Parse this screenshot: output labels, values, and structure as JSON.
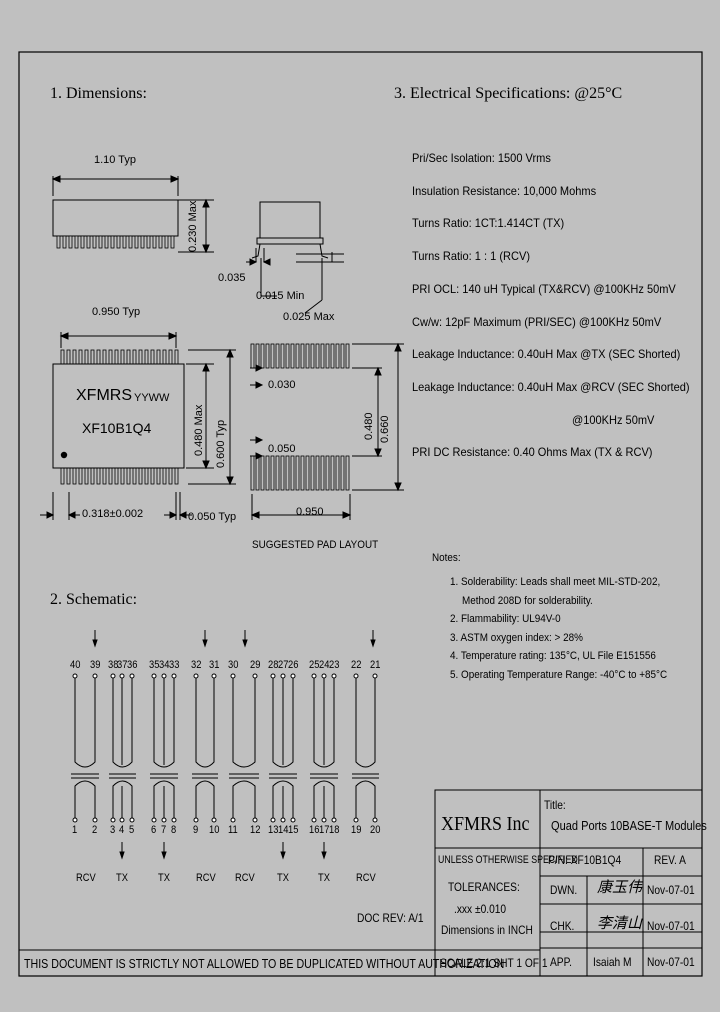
{
  "headings": {
    "dimensions": "1. Dimensions:",
    "electrical": "3. Electrical   Specifications: @25°C",
    "schematic": "2. Schematic:"
  },
  "dims": {
    "typ_110": "1.10 Typ",
    "max_0230": "0.230 Max",
    "d_0035": "0.035",
    "min_0015": "0.015 Min",
    "max_0025": "0.025 Max",
    "typ_0950": "0.950 Typ",
    "max_0480": "0.480 Max",
    "typ_0600": "0.600 Typ",
    "d_0030": "0.030",
    "d_0050": "0.050",
    "d_0480": "0.480",
    "d_0660": "0.660",
    "d_0950": "0.950",
    "d_0318": "0.318±0.002",
    "typ_0050": "0.050 Typ",
    "pad_layout": "SUGGESTED PAD LAYOUT"
  },
  "chip": {
    "brand": "XFMRS",
    "date_code": "YYWW",
    "part": "XF10B1Q4"
  },
  "specs": [
    "Pri/Sec Isolation: 1500 Vrms",
    "Insulation Resistance: 10,000 Mohms",
    "Turns Ratio: 1CT:1.414CT (TX)",
    "Turns Ratio: 1 : 1 (RCV)",
    "PRI OCL: 140 uH Typical (TX&RCV) @100KHz 50mV",
    "Cw/w: 12pF Maximum (PRI/SEC) @100KHz 50mV",
    "Leakage Inductance: 0.40uH Max @TX (SEC Shorted)",
    "Leakage Inductance: 0.40uH Max @RCV (SEC Shorted)",
    "@100KHz 50mV",
    "PRI DC Resistance: 0.40 Ohms Max (TX & RCV)"
  ],
  "notes": {
    "title": "Notes:",
    "items": [
      "1. Solderability: Leads shall meet MIL-STD-202,",
      "Method 208D for solderability.",
      "2. Flammability: UL94V-0",
      "3. ASTM oxygen index: > 28%",
      "4. Temperature rating: 135°C, UL File E151556",
      "5. Operating Temperature Range: -40°C to +85°C"
    ]
  },
  "schematic": {
    "top_pins": [
      "40",
      "39",
      "38",
      "37",
      "36",
      "35",
      "34",
      "33",
      "32",
      "31",
      "30",
      "29",
      "28",
      "27",
      "26",
      "25",
      "24",
      "23",
      "22",
      "21"
    ],
    "bottom_pins": [
      "1",
      "2",
      "3",
      "4",
      "5",
      "6",
      "7",
      "8",
      "9",
      "10",
      "11",
      "12",
      "13",
      "14",
      "15",
      "16",
      "17",
      "18",
      "19",
      "20"
    ],
    "channel_labels": [
      "RCV",
      "TX",
      "TX",
      "RCV",
      "RCV",
      "TX",
      "TX",
      "RCV"
    ]
  },
  "title_block": {
    "company": "XFMRS Inc",
    "title_label": "Title:",
    "title": "Quad Ports 10BASE-T Modules",
    "unless": "UNLESS OTHERWISE SPECIFIED",
    "tolerances": "TOLERANCES:",
    "tol_value": ".xxx ±0.010",
    "dims_in": "Dimensions in INCH",
    "pn": "P/N: XF10B1Q4",
    "rev": "REV. A",
    "dwn": "DWN.",
    "dwn_sig": "康玉伟",
    "dwn_date": "Nov-07-01",
    "chk": "CHK.",
    "chk_sig": "李清山",
    "chk_date": "Nov-07-01",
    "app": "APP.",
    "app_name": "Isaiah M",
    "app_date": "Nov-07-01",
    "scale": "SCALE 2:1 SHT 1 OF 1",
    "doc_rev": "DOC REV: A/1",
    "disclaimer": "THIS DOCUMENT IS STRICTLY NOT ALLOWED TO BE DUPLICATED WITHOUT AUTHORIZATION"
  }
}
